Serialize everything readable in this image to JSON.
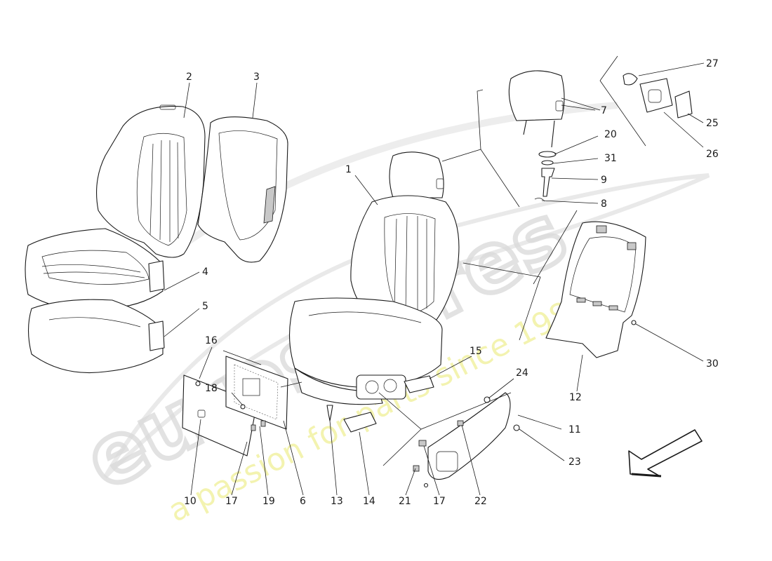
{
  "watermark": {
    "logo_text": "eurospares",
    "tagline": "a passion for parts since 1985",
    "logo_color": "#d9d9d9",
    "tagline_color": "#f2f2a8"
  },
  "callouts": [
    "1",
    "2",
    "3",
    "4",
    "5",
    "6",
    "7",
    "8",
    "9",
    "10",
    "11",
    "12",
    "13",
    "14",
    "15",
    "16",
    "17",
    "18",
    "19",
    "20",
    "21",
    "22",
    "23",
    "24",
    "25",
    "26",
    "27",
    "30",
    "31",
    "17"
  ],
  "icons": [
    "direction-arrow-icon"
  ],
  "colors": {
    "line": "#1a1a1a",
    "background": "#ffffff"
  }
}
